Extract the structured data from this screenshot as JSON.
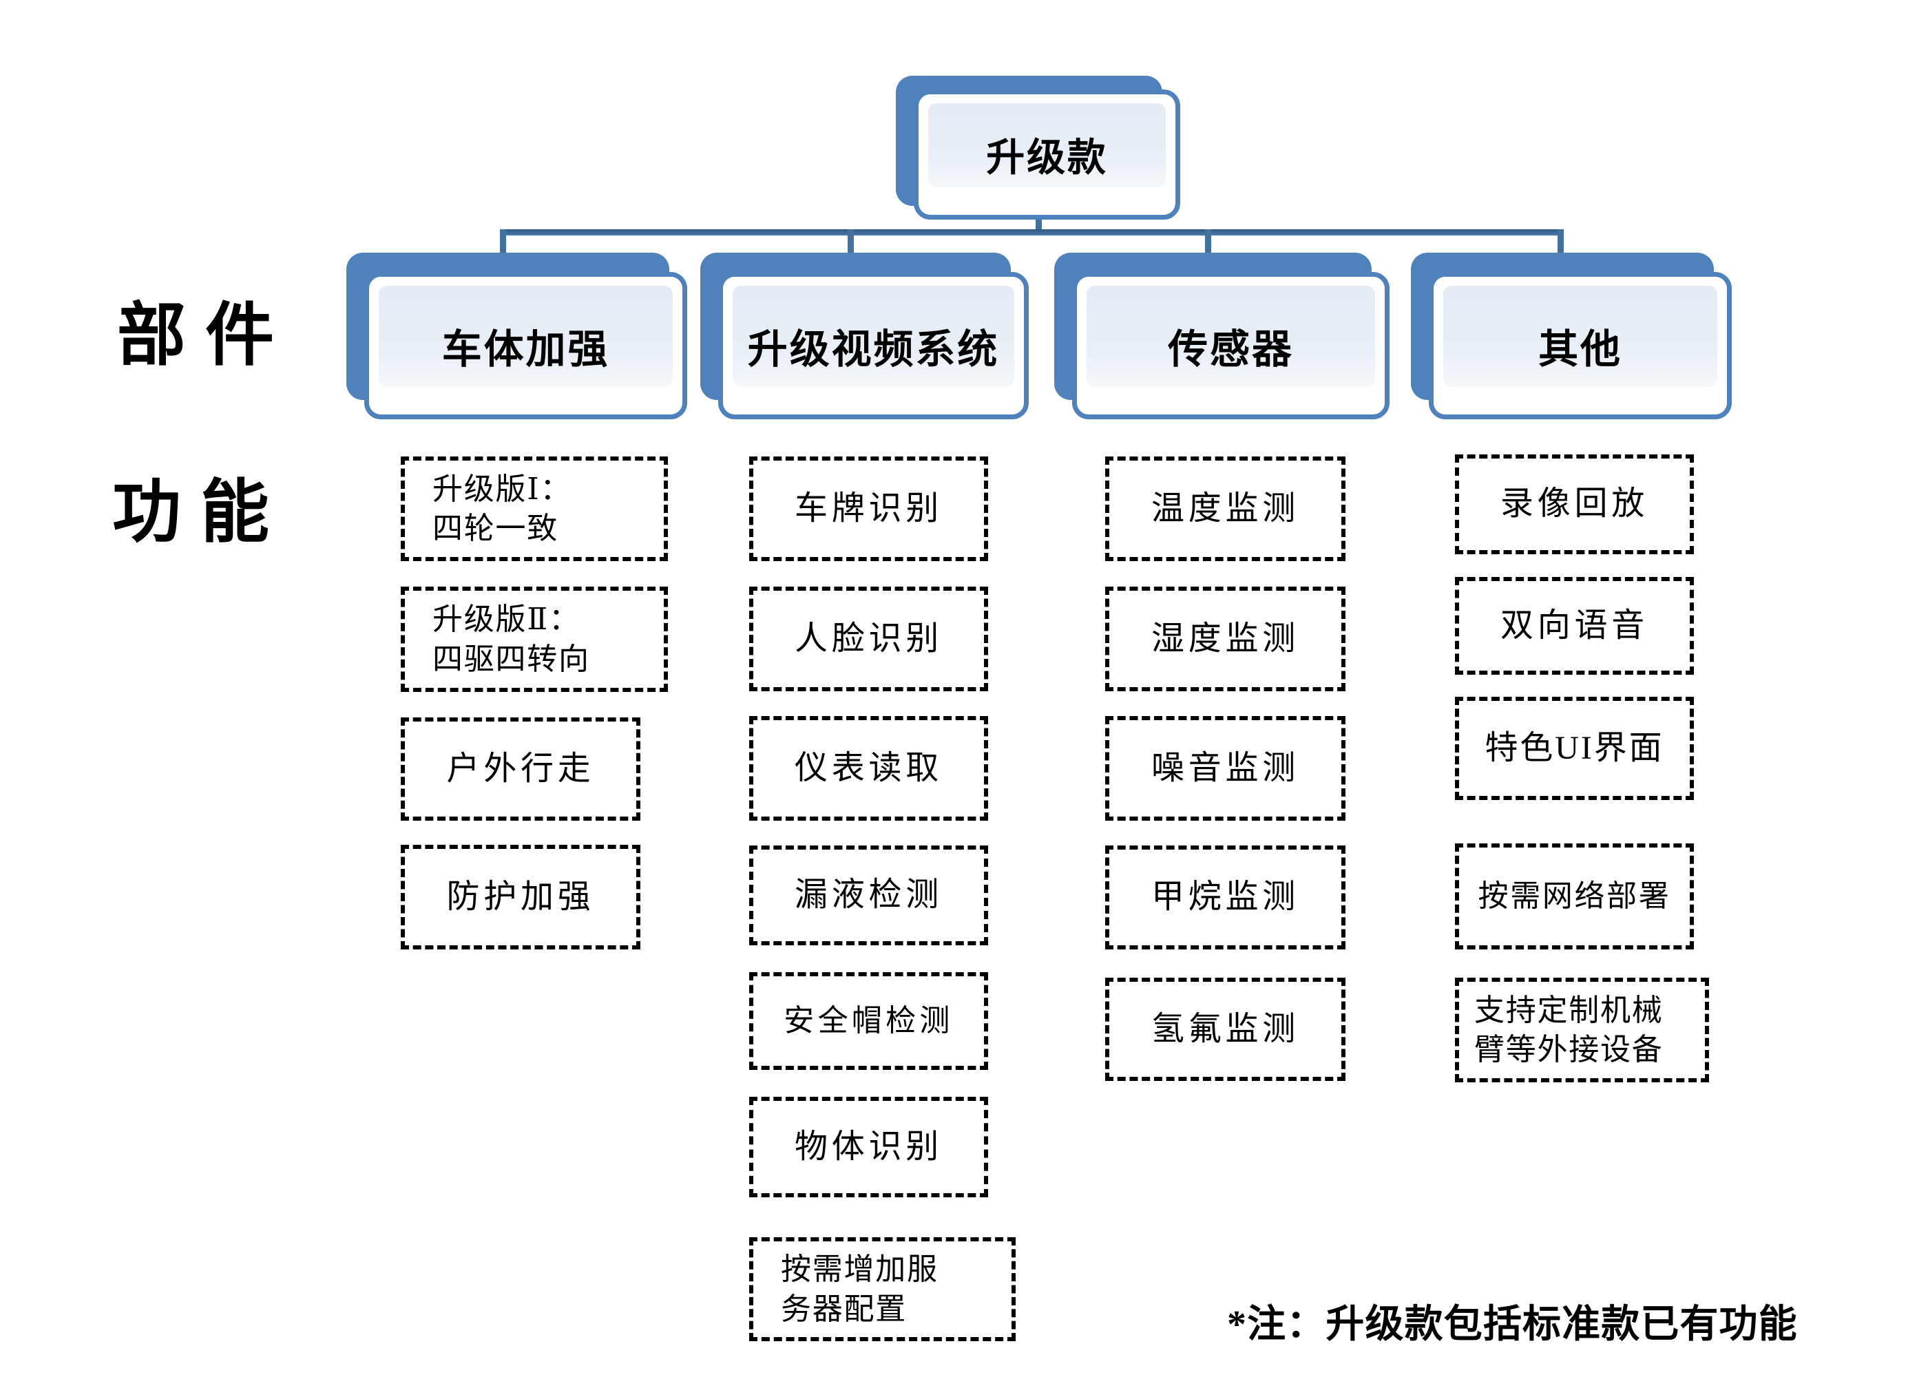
{
  "root": {
    "label": "升级款"
  },
  "row_labels": {
    "components": "部件",
    "functions": "功能"
  },
  "columns": [
    {
      "header": "车体加强",
      "items": [
        "升级版Ⅰ：\n四轮一致",
        "升级版Ⅱ：\n四驱四转向",
        "户外行走",
        "防护加强"
      ]
    },
    {
      "header": "升级视频系统",
      "items": [
        "车牌识别",
        "人脸识别",
        "仪表读取",
        "漏液检测",
        "安全帽检测",
        "物体识别",
        "按需增加服\n务器配置"
      ]
    },
    {
      "header": "传感器",
      "items": [
        "温度监测",
        "湿度监测",
        "噪音监测",
        "甲烷监测",
        "氢氟监测"
      ]
    },
    {
      "header": "其他",
      "items": [
        "录像回放",
        "双向语音",
        "特色UI界面",
        "按需网络部署",
        "支持定制机械\n臂等外接设备"
      ]
    }
  ],
  "footnote": "*注：升级款包括标准款已有功能",
  "colors": {
    "accent_blue": "#4f81bd",
    "node_fill": "#e9eef7",
    "connector": "#41719c",
    "dashed_border": "#000000"
  }
}
